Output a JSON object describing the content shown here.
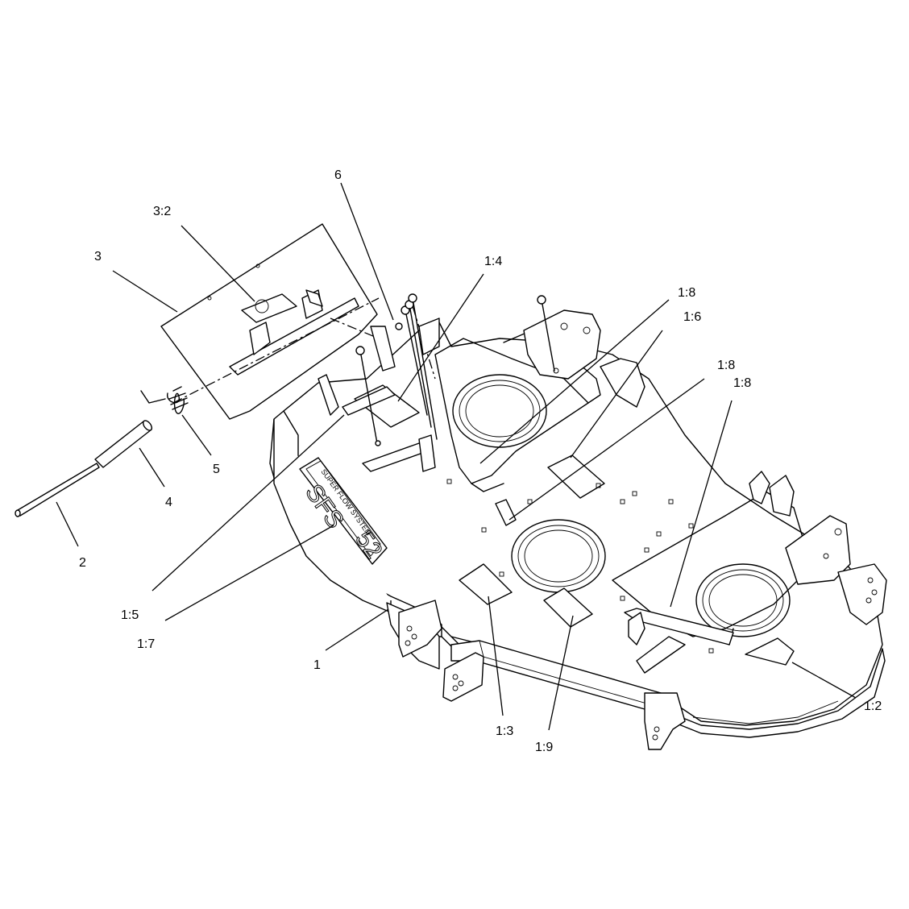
{
  "callouts": {
    "c_6": "6",
    "c_3_2": "3:2",
    "c_3": "3",
    "c_1_4": "1:4",
    "c_1_8_a": "1:8",
    "c_1_6": "1:6",
    "c_1_8_b": "1:8",
    "c_1_8_c": "1:8",
    "c_5": "5",
    "c_4": "4",
    "c_2": "2",
    "c_1_5": "1:5",
    "c_1_7": "1:7",
    "c_1": "1",
    "c_1_2": "1:2",
    "c_1_3": "1:3",
    "c_1_9": "1:9"
  },
  "deck_decal": {
    "model_big": "SFS",
    "model_num": "52",
    "tagline": "SUPER FLOW SYSTEM"
  }
}
